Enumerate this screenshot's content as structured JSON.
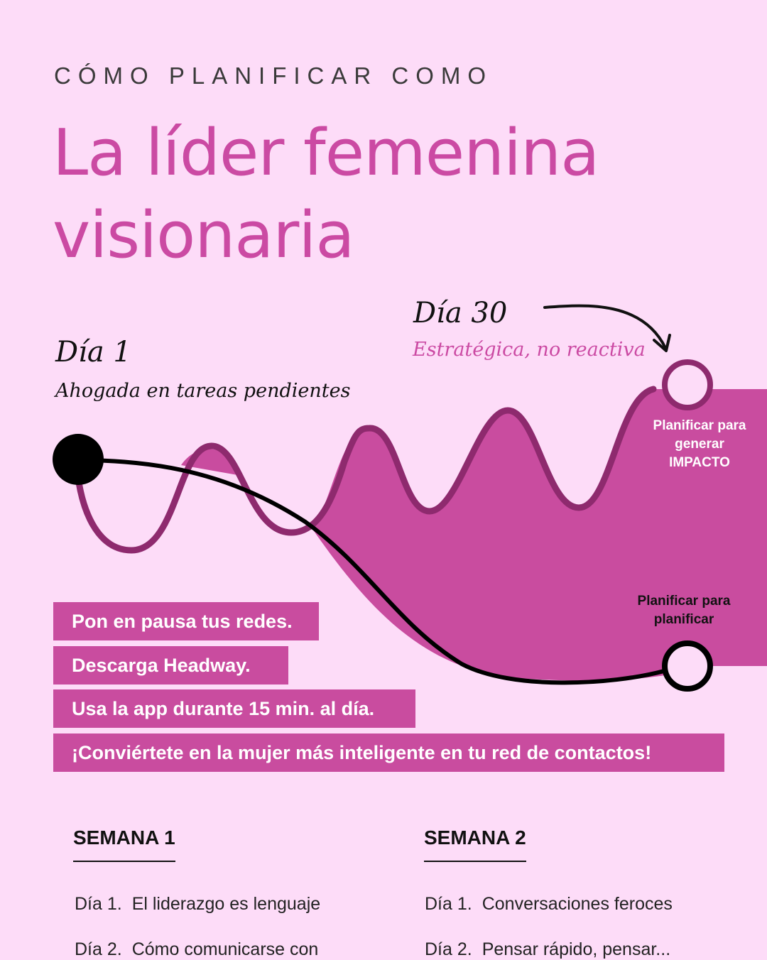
{
  "header": {
    "kicker": "CÓMO PLANIFICAR COMO",
    "title_line1": "La líder femenina",
    "title_line2": "visionaria"
  },
  "journey": {
    "start": {
      "title": "Día 1",
      "subtitle": "Ahogada en tareas pendientes"
    },
    "end": {
      "title": "Día 30",
      "subtitle": "Estratégica, no reactiva"
    },
    "note_top": [
      "Planificar para",
      "generar",
      "IMPACTO"
    ],
    "note_bottom": [
      "Planificar para",
      "planificar"
    ]
  },
  "steps": [
    "Pon en pausa tus redes.",
    "Descarga Headway.",
    "Usa la app durante 15 min. al día.",
    "¡Conviértete en la mujer más inteligente en tu red de contactos!"
  ],
  "weeks": [
    {
      "heading": "SEMANA 1",
      "items": [
        {
          "num": "Día 1.",
          "text": "El liderazgo es lenguaje"
        },
        {
          "num": "Día 2.",
          "text": "Cómo comunicarse con"
        }
      ]
    },
    {
      "heading": "SEMANA 2",
      "items": [
        {
          "num": "Día 1.",
          "text": "Conversaciones feroces"
        },
        {
          "num": "Día 2.",
          "text": "Pensar rápido, pensar..."
        }
      ]
    }
  ],
  "colors": {
    "background": "#fddcf8",
    "accent": "#cb4aa3",
    "fill": "#c94c9f",
    "wave": "#8e2a6e",
    "text": "#111111"
  }
}
